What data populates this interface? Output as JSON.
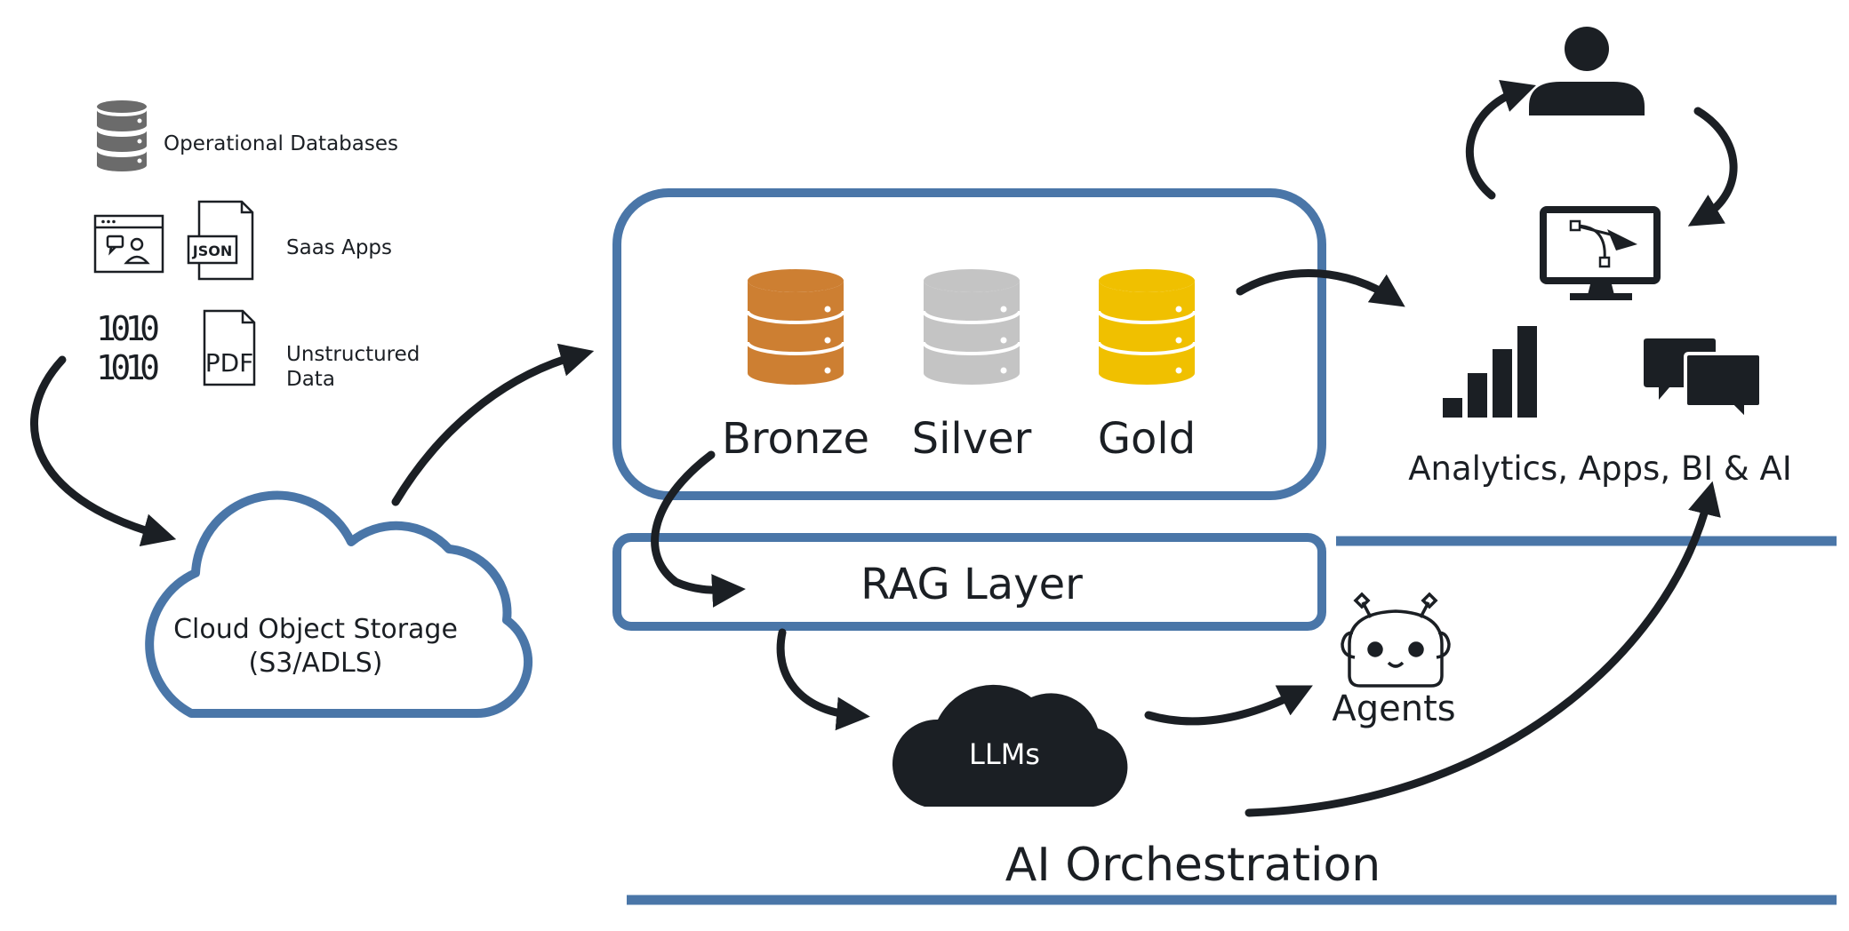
{
  "sources": {
    "operational_databases": "Operational Databases",
    "saas_apps": "Saas Apps",
    "json_icon_text": "JSON",
    "binary_icon_line1": "1010",
    "binary_icon_line2": "1010",
    "pdf_icon_text": "PDF",
    "unstructured_line1": "Unstructured",
    "unstructured_line2": "Data"
  },
  "storage": {
    "line1": "Cloud Object Storage",
    "line2": "(S3/ADLS)"
  },
  "medallion": {
    "bronze": "Bronze",
    "silver": "Silver",
    "gold": "Gold"
  },
  "rag_layer": "RAG Layer",
  "llms": "LLMs",
  "agents": "Agents",
  "consumers": "Analytics, Apps, BI & AI",
  "orchestration": "AI Orchestration",
  "colors": {
    "frame_blue": "#4a76a8",
    "arrow_dark": "#1b1f24",
    "bronze": "#cd7f32",
    "silver": "#c4c4c4",
    "gold": "#f0c000",
    "db_gray": "#6b6b6b"
  }
}
